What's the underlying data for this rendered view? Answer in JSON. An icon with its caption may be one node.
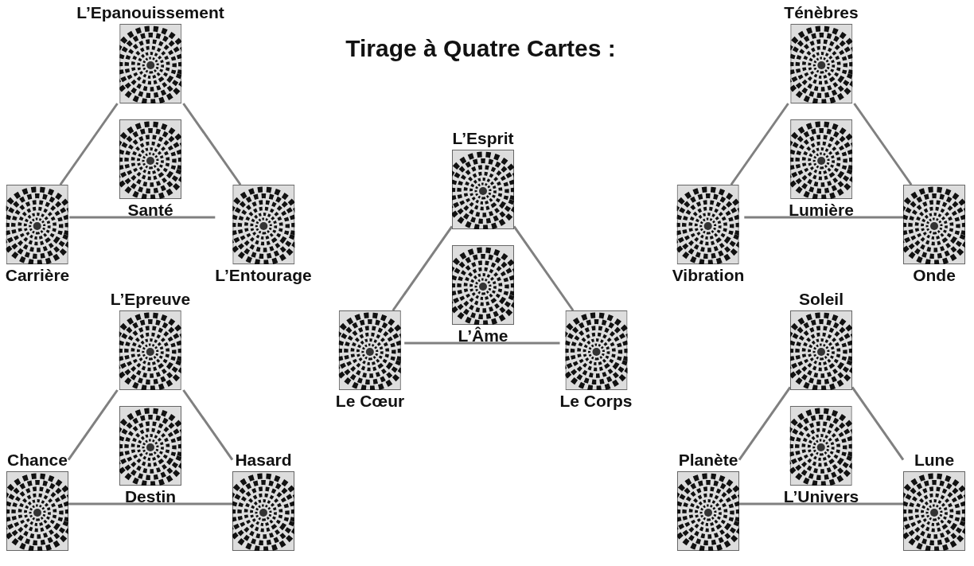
{
  "diagram": {
    "title": "Tirage à Quatre Cartes :",
    "nodes": [
      {
        "text": [
          "L’Epanouissement"
        ]
      },
      {
        "text": [
          "Santé"
        ]
      },
      {
        "text": [
          "Carrière"
        ]
      },
      {
        "text": [
          "L’Entourage"
        ]
      },
      {
        "text": [
          "L’Epreuve"
        ]
      },
      {
        "text": [
          "Destin"
        ]
      },
      {
        "text": [
          "Chance"
        ]
      },
      {
        "text": [
          "Hasard"
        ]
      },
      {
        "text": [
          "L’Esprit"
        ]
      },
      {
        "text": [
          "L’Âme"
        ]
      },
      {
        "text": [
          "Le Cœur"
        ]
      },
      {
        "text": [
          "Le Corps"
        ]
      },
      {
        "text": [
          "Ténèbres"
        ]
      },
      {
        "text": [
          "Lumière"
        ]
      },
      {
        "text": [
          "Vibration"
        ]
      },
      {
        "text": [
          "Onde"
        ]
      },
      {
        "text": [
          "Soleil"
        ]
      },
      {
        "text": [
          "L’Univers"
        ]
      },
      {
        "text": [
          "Planète"
        ]
      },
      {
        "text": [
          "Lune"
        ]
      }
    ],
    "edges": [
      {
        "from": 0,
        "to": 2,
        "arrow": "none"
      },
      {
        "from": 0,
        "to": 3,
        "arrow": "none"
      },
      {
        "from": 2,
        "to": 3,
        "arrow": "none"
      },
      {
        "from": 4,
        "to": 6,
        "arrow": "none"
      },
      {
        "from": 4,
        "to": 7,
        "arrow": "none"
      },
      {
        "from": 6,
        "to": 7,
        "arrow": "none"
      },
      {
        "from": 8,
        "to": 10,
        "arrow": "none"
      },
      {
        "from": 8,
        "to": 11,
        "arrow": "none"
      },
      {
        "from": 10,
        "to": 11,
        "arrow": "none"
      },
      {
        "from": 12,
        "to": 14,
        "arrow": "none"
      },
      {
        "from": 12,
        "to": 15,
        "arrow": "none"
      },
      {
        "from": 14,
        "to": 15,
        "arrow": "none"
      },
      {
        "from": 16,
        "to": 18,
        "arrow": "none"
      },
      {
        "from": 16,
        "to": 19,
        "arrow": "none"
      },
      {
        "from": 18,
        "to": 19,
        "arrow": "none"
      }
    ]
  }
}
